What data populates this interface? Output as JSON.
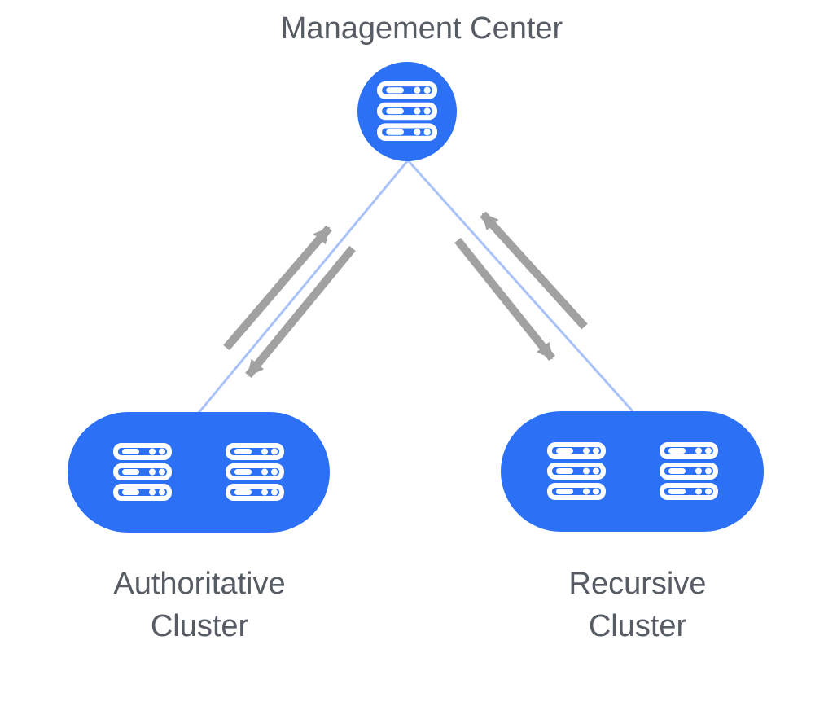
{
  "nodes": {
    "management": {
      "id": "management-center",
      "label": "Management Center",
      "icon": "server-stack-icon",
      "server_count": 1
    },
    "authoritative": {
      "id": "authoritative-cluster",
      "label": "Authoritative Cluster",
      "label_lines": [
        "Authoritative",
        "Cluster"
      ],
      "icon": "server-stack-icon",
      "server_count": 2
    },
    "recursive": {
      "id": "recursive-cluster",
      "label": "Recursive Cluster",
      "label_lines": [
        "Recursive",
        "Cluster"
      ],
      "icon": "server-stack-icon",
      "server_count": 2
    }
  },
  "connections": [
    {
      "from": "management-center",
      "to": "authoritative-cluster",
      "bidirectional": true,
      "line_style": "thin-solid-blue",
      "arrow_style": "paired-gray-arrows"
    },
    {
      "from": "management-center",
      "to": "recursive-cluster",
      "bidirectional": true,
      "line_style": "thin-solid-blue",
      "arrow_style": "paired-gray-arrows"
    }
  ],
  "colors": {
    "node_blue": "#2b70f5",
    "icon_white": "#ffffff",
    "connector_blue": "#aac2fa",
    "arrow_gray": "#a1a1a1",
    "label_gray": "#565b64",
    "background": "#ffffff"
  }
}
